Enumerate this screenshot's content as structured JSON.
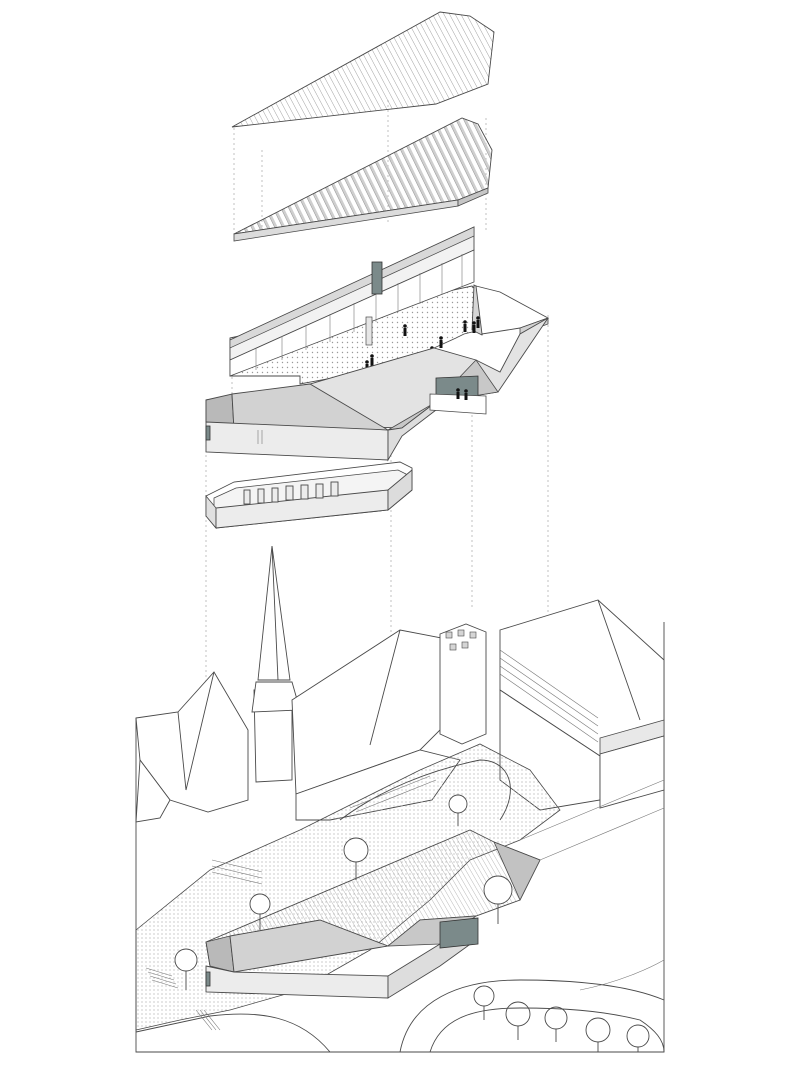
{
  "diagram": {
    "layers": [
      {
        "name": "roof-cladding",
        "fill_pattern": "hatch-diagonal"
      },
      {
        "name": "roof-timber-battens",
        "fill_pattern": "slats"
      },
      {
        "name": "upper-plaza-level",
        "fill_pattern": "dots"
      },
      {
        "name": "building-volume"
      },
      {
        "name": "lower-gallery-level"
      },
      {
        "name": "site-context"
      }
    ],
    "colors": {
      "line": "#4a4a4a",
      "wall": "#ececec",
      "roof_dark": "#b9b9b9",
      "roof_mid": "#d2d2d2",
      "glass": "#7b8a8a",
      "figures": "#111111",
      "background": "#ffffff"
    }
  }
}
